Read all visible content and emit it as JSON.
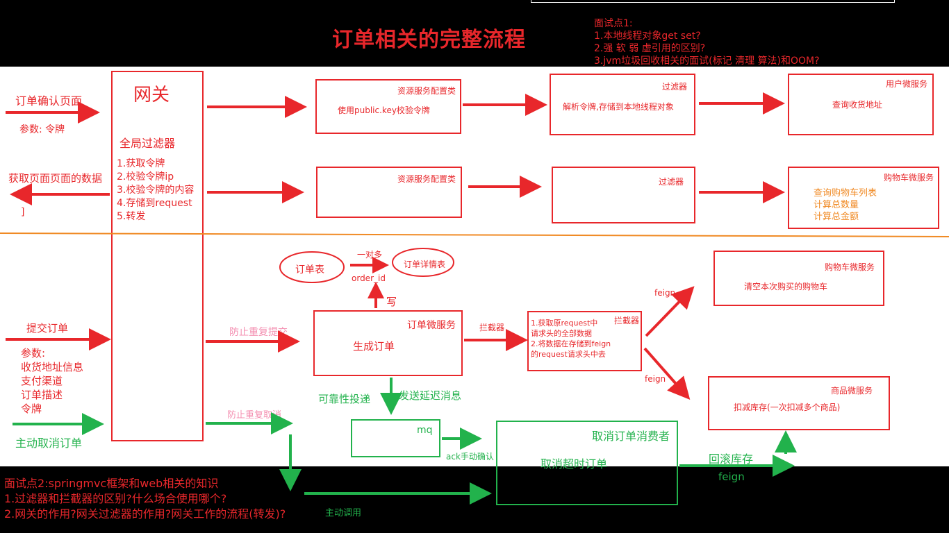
{
  "title": "订单相关的完整流程",
  "interview1": {
    "heading": "面试点1:",
    "items": [
      "1.本地线程对象get set?",
      "2.强 软 弱 虚引用的区别?",
      "3.jvm垃圾回收相关的面试(标记 清理 算法)和OOM?"
    ]
  },
  "interview2": {
    "heading": "面试点2:springmvc框架和web相关的知识",
    "items": [
      "1.过滤器和拦截器的区别?什么场合使用哪个?",
      "2.网关的作用?网关过滤器的作用?网关工作的流程(转发)?"
    ]
  },
  "left": {
    "confirm_page": "订单确认页面",
    "param_token": "参数: 令牌",
    "get_page_data": "获取页面页面的数据",
    "bracket": "]",
    "submit_order": "提交订单",
    "params_heading": "参数:",
    "params": [
      "收货地址信息",
      "支付渠道",
      "订单描述",
      "令牌"
    ],
    "cancel_order": "主动取消订单"
  },
  "gateway": {
    "title": "网关",
    "filter_title": "全局过滤器",
    "steps": [
      "1.获取令牌",
      "2.校验令牌ip",
      "3.校验令牌的内容",
      "4.存储到request",
      "5.转发"
    ]
  },
  "row1": {
    "resource_title": "资源服务配置类",
    "resource_body": "使用public.key校验令牌",
    "filter_title": "过滤器",
    "filter_body": "解析令牌,存储到本地线程对象",
    "user_title": "用户微服务",
    "user_body": "查询收货地址"
  },
  "row2": {
    "resource_title": "资源服务配置类",
    "filter_title": "过滤器",
    "cart_title": "购物车微服务",
    "cart_items": [
      "查询购物车列表",
      "计算总数量",
      "计算总金额"
    ]
  },
  "bottom": {
    "prevent_dup_submit": "防止重复提交",
    "prevent_dup_cancel": "防止重复取消",
    "order_table": "订单表",
    "one_to_many": "一对多",
    "order_detail": "订单详情表",
    "order_id": "order_id",
    "write": "写",
    "order_service_title": "订单微服务",
    "generate_order": "生成订单",
    "interceptor_label": "拦截器",
    "interceptor_title": "拦截器",
    "interceptor_body": [
      "1.获取原request中",
      "请求头的全部数据",
      "2.将数据在存储到feign",
      "的request请求头中去"
    ],
    "feign_up": "feign",
    "feign_down": "feign",
    "cart_service_title": "购物车微服务",
    "cart_service_body": "清空本次购买的购物车",
    "goods_service_title": "商品微服务",
    "goods_service_body": "扣减库存(一次扣减多个商品)",
    "reliable_delivery": "可靠性投递",
    "send_delay": "发送延迟消息",
    "mq": "mq",
    "ack": "ack手动确认",
    "consumer_title": "取消订单消费者",
    "consumer_body": "取消超时订单",
    "rollback": "回滚库存",
    "feign_green": "feign",
    "active_call": "主动调用"
  },
  "colors": {
    "red": "#e8272b",
    "green": "#22b24c",
    "pink": "#f48fb1",
    "orange": "#f08a24",
    "divider": "#f08a24"
  }
}
